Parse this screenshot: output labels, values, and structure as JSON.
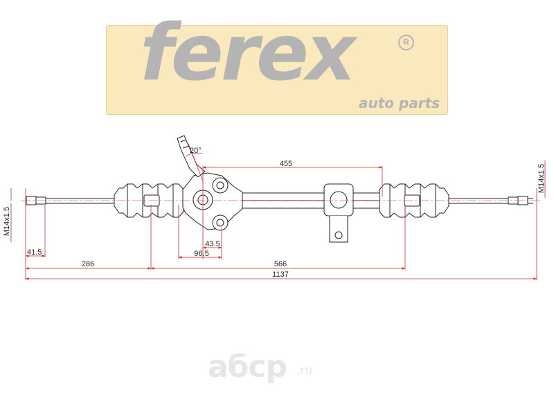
{
  "logo": {
    "brand": "ferex",
    "registered_mark": "R",
    "tagline": "auto parts",
    "colors": {
      "background": "#fbe9be",
      "text": "#b4b4b4"
    }
  },
  "diagram": {
    "angle_label": "20°",
    "dimensions": {
      "rack_travel": "455",
      "thread_left": "M14x1.5",
      "thread_right": "M14x1.5",
      "tie_rod_end": "41.5",
      "left_to_mount": "286",
      "mount_spacing": "566",
      "overall_length": "1137",
      "pinion_offset_small": "43.5",
      "pinion_offset_large": "96.5"
    },
    "colors": {
      "dimension_line": "#d62a2a",
      "outline": "#222222"
    }
  },
  "watermark": {
    "brand": "aбcp",
    "domain": ".ru"
  }
}
